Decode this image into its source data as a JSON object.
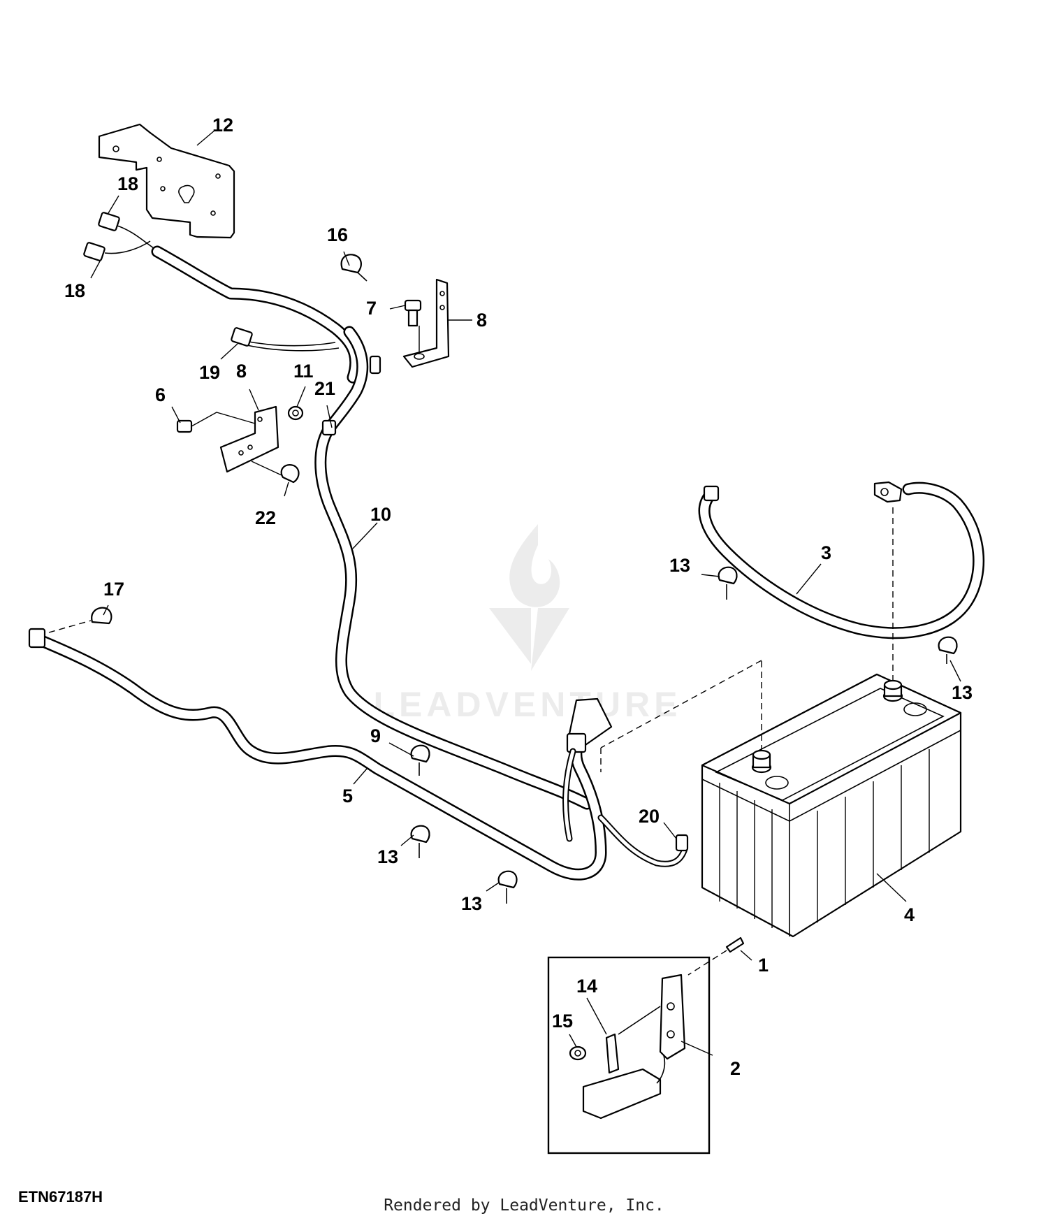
{
  "diagram": {
    "code": "ETN67187H",
    "credit": "Rendered by LeadVenture, Inc.",
    "watermark": "LEADVENTURE",
    "callouts": {
      "c1": "1",
      "c2": "2",
      "c3": "3",
      "c4": "4",
      "c5": "5",
      "c6": "6",
      "c7": "7",
      "c8a": "8",
      "c8b": "8",
      "c9": "9",
      "c10": "10",
      "c11": "11",
      "c12": "12",
      "c13a": "13",
      "c13b": "13",
      "c13c": "13",
      "c13d": "13",
      "c14": "14",
      "c15": "15",
      "c16": "16",
      "c17": "17",
      "c18a": "18",
      "c18b": "18",
      "c19": "19",
      "c20": "20",
      "c21": "21",
      "c22": "22"
    }
  }
}
